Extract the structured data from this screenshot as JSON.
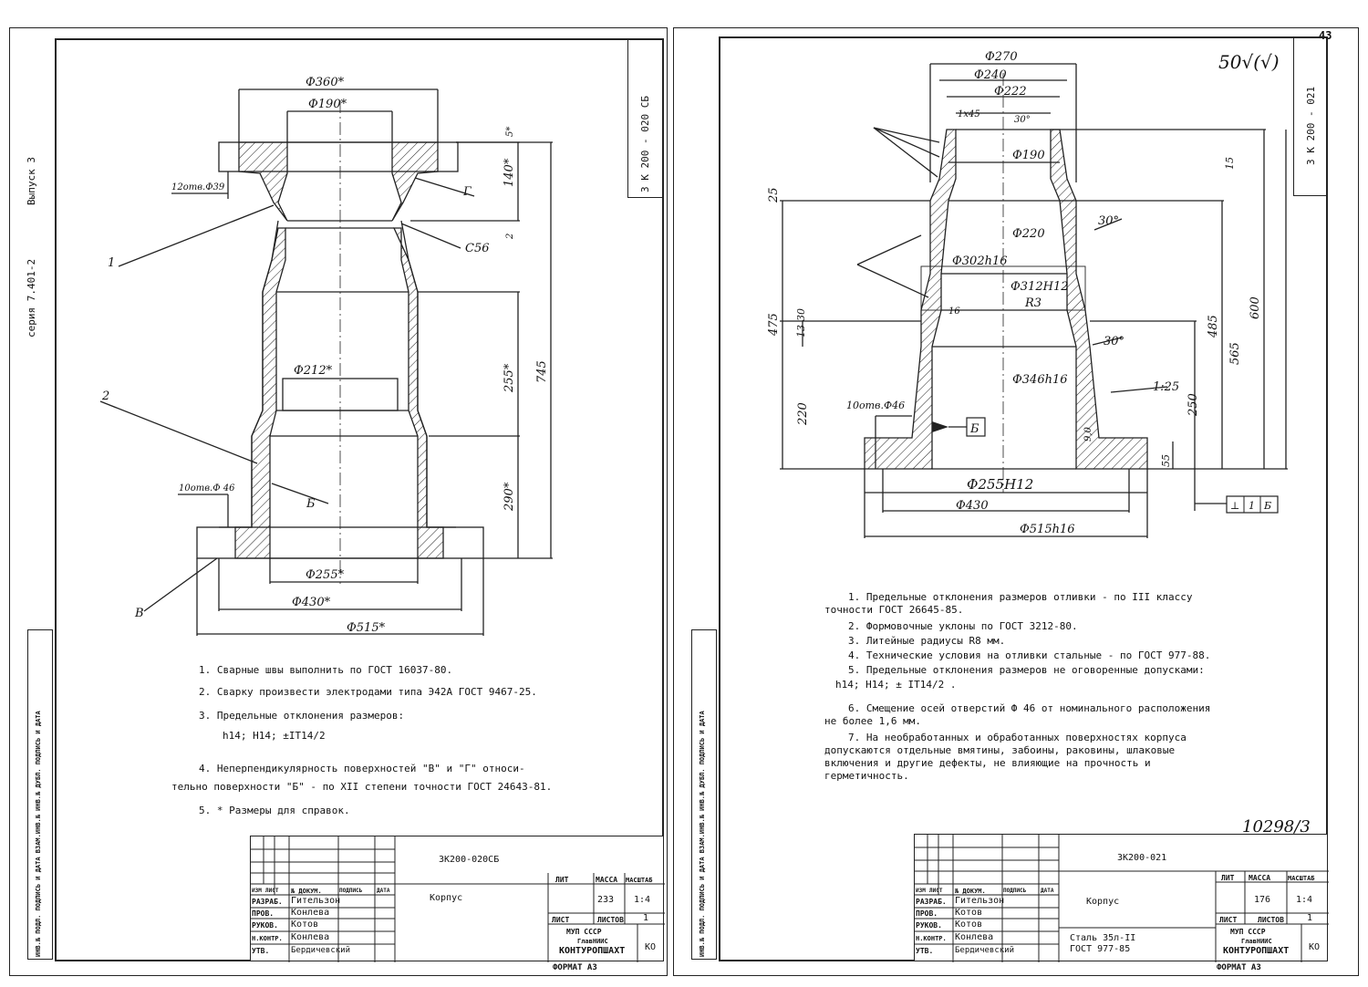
{
  "left": {
    "series_side": "серия 7.401-2",
    "issue_side": "Выпуск 3",
    "code_box": "3 К 200 - 020 СБ",
    "labels": {
      "d360": "Ф360*",
      "d190": "Ф190*",
      "d212": "Ф212*",
      "d255": "Ф255*",
      "d430": "Ф430*",
      "d515": "Ф515*",
      "holes_top": "12отв.Ф39",
      "holes_bottom": "10отв.Ф 46",
      "dim140": "140*",
      "dim5": "5*",
      "dim2": "2",
      "dim255v": "255*",
      "dim745": "745",
      "dim290": "290*",
      "leader1": "1",
      "leader2": "2",
      "leaderB": "В",
      "leaderG": "Г",
      "leaderBB": "Б",
      "weld": "С56"
    },
    "notes": [
      "1. Сварные швы выполнить по ГОСТ 16037-80.",
      "2. Сварку произвести электродами типа Э42А ГОСТ 9467-25.",
      "3. Предельные отклонения размеров:",
      "h14;  Н14;  ±IT14/2",
      "4. Неперпендикулярность поверхностей \"В\" и \"Г\" относи-",
      "тельно поверхности \"Б\" - по XII степени точности ГОСТ 24643-81.",
      "5. * Размеры для справок."
    ],
    "title_block": {
      "doc_code": "3К200-020СБ",
      "name": "Корпус",
      "header_lit": "ЛИТ",
      "header_mass": "МАССА",
      "header_scale": "МАСШТАБ",
      "mass": "233",
      "scale": "1:4",
      "sheet": "ЛИСТ",
      "sheets": "ЛИСТОВ",
      "sheets_count": "1",
      "org1": "МУП СССР",
      "org2": "ГлавНИИС",
      "org3": "КОНТУРОПШАХТ",
      "org_code": "КО",
      "format": "ФОРМАТ А3",
      "col_heads": [
        "ИЗМ",
        "ЛИСТ",
        "№ ДОКУМ.",
        "ПОДПИСЬ",
        "ДАТА"
      ],
      "roles": [
        "РАЗРАБ.",
        "ПРОВ.",
        "РУКОВ.",
        "Н.КОНТР.",
        "УТВ."
      ],
      "names": [
        "Гительзон",
        "Конлева",
        "Котов",
        "Конлева",
        "Бердичевский"
      ]
    }
  },
  "right": {
    "page_num": "43",
    "roughness": "50√(√)",
    "code_box": "3 К 200 - 021",
    "labels": {
      "d270": "Ф270",
      "d240": "Ф240",
      "d222": "Ф222",
      "d190": "Ф190",
      "d220": "Ф220",
      "d302": "Ф302h16",
      "d312": "Ф312Н12",
      "d346": "Ф346h16",
      "d255": "Ф255Н12",
      "d430": "Ф430",
      "d515": "Ф515h16",
      "r3": "R3",
      "ch1": "1х45",
      "ang30a": "30°",
      "ang30b": "30°",
      "ang30c": "30°",
      "taper": "1:25",
      "holes": "10отв.Ф46",
      "base": "Б",
      "v25": "25",
      "v475": "475",
      "v13": "13",
      "v30": "30",
      "v220": "220",
      "v15": "15",
      "v485": "485",
      "v600": "600",
      "v565": "565",
      "v250": "250",
      "v55": "55",
      "v90": "9,0",
      "v16": "16",
      "tol1": "⊥",
      "tol2": "1",
      "tol3": "Б"
    },
    "notes": [
      "1. Предельные отклонения размеров отливки - по III классу",
      "точности ГОСТ 26645-85.",
      "2. Формовочные уклоны по ГОСТ 3212-80.",
      "3. Литейные радиусы R8 мм.",
      "4. Технические условия на отливки стальные - по ГОСТ 977-88.",
      "5. Предельные отклонения размеров не оговоренные допусками:",
      "h14;  Н14;  ± IT14/2 .",
      "6. Смещение осей отверстий Ф 46 от номинального расположения",
      "не более 1,6 мм.",
      "7. На необработанных и обработанных поверхностях корпуса",
      "допускаются отдельные вмятины, забоины, раковины, шлаковые",
      "включения и другие дефекты, не влияющие на прочность и",
      "герметичность."
    ],
    "handwritten": "10298/3",
    "title_block": {
      "doc_code": "3К200-021",
      "name": "Корпус",
      "material1": "Сталь 35л-II",
      "material2": "ГОСТ 977-85",
      "header_lit": "ЛИТ",
      "header_mass": "МАССА",
      "header_scale": "МАСШТАБ",
      "mass": "176",
      "scale": "1:4",
      "sheet": "ЛИСТ",
      "sheets": "ЛИСТОВ",
      "sheets_count": "1",
      "org1": "МУП СССР",
      "org2": "ГлавНИИС",
      "org3": "КОНТУРОПШАХТ",
      "org_code": "КО",
      "format": "ФОРМАТ А3",
      "col_heads": [
        "ИЗМ",
        "ЛИСТ",
        "№ ДОКУМ.",
        "ПОДПИСЬ",
        "ДАТА"
      ],
      "roles": [
        "РАЗРАБ.",
        "ПРОВ.",
        "РУКОВ.",
        "Н.КОНТР.",
        "УТВ."
      ],
      "names": [
        "Гительзон",
        "Котов",
        "Котов",
        "Конлева",
        "Бердичевский"
      ]
    }
  },
  "margin_stamp": "ИНВ.№ ПОДЛ. ПОДПИСЬ И ДАТА  ВЗАМ.ИНВ.№  ИНВ.№ ДУБЛ.  ПОДПИСЬ И ДАТА"
}
